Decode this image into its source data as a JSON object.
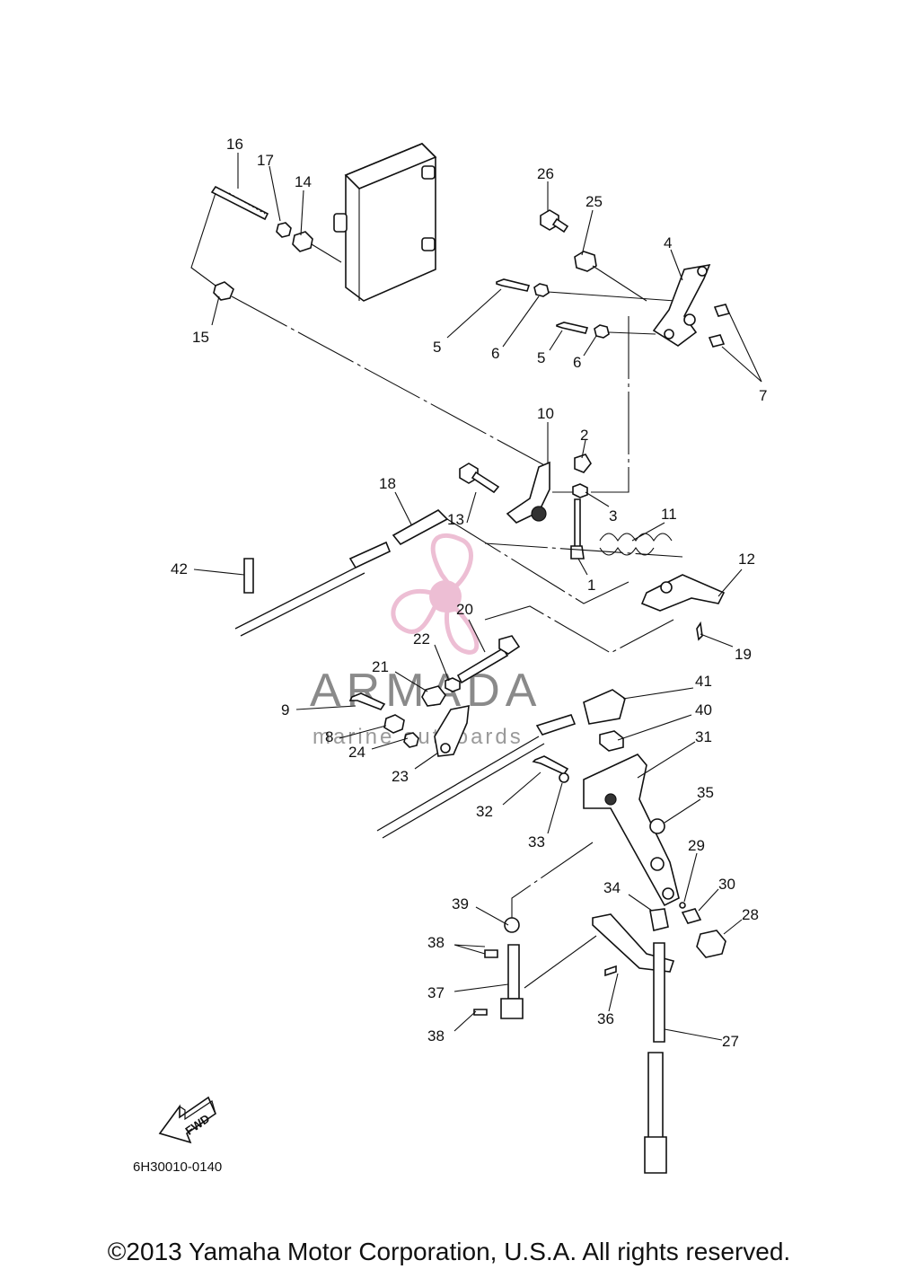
{
  "diagram": {
    "code": "6H30010-0140",
    "fwd_label": "FWD",
    "callouts": [
      "1",
      "2",
      "3",
      "4",
      "5",
      "5",
      "6",
      "6",
      "7",
      "8",
      "9",
      "10",
      "11",
      "12",
      "13",
      "14",
      "15",
      "16",
      "17",
      "18",
      "19",
      "20",
      "21",
      "22",
      "23",
      "24",
      "25",
      "26",
      "27",
      "28",
      "29",
      "30",
      "31",
      "32",
      "33",
      "34",
      "35",
      "36",
      "37",
      "38",
      "38",
      "39",
      "40",
      "41",
      "42"
    ]
  },
  "watermark": {
    "brand": "ARMADA",
    "tagline": "marine outboards",
    "colors": {
      "propeller": "#e7a9c6",
      "text": "#8a8a8a"
    }
  },
  "footer": {
    "copyright": "©2013 Yamaha Motor Corporation, U.S.A. All rights reserved."
  }
}
